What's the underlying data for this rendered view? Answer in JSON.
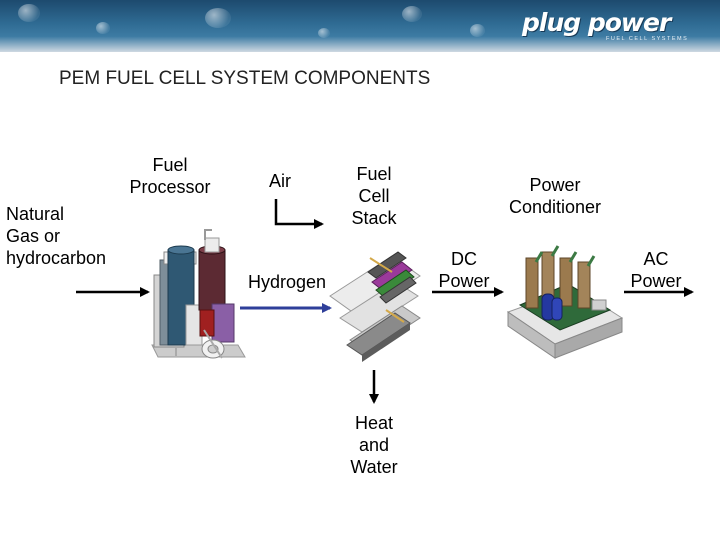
{
  "header": {
    "logo_text": "plug power",
    "logo_tagline": "FUEL CELL SYSTEMS"
  },
  "slide": {
    "title": "PEM FUEL CELL SYSTEM COMPONENTS"
  },
  "labels": {
    "fuel_processor": "Fuel\nProcessor",
    "natural_gas": "Natural\nGas or\nhydrocarbon",
    "air": "Air",
    "fuel_cell_stack": "Fuel\nCell\nStack",
    "power_conditioner": "Power\nConditioner",
    "hydrogen": "Hydrogen",
    "dc_power": "DC\nPower",
    "ac_power": "AC\nPower",
    "heat_water": "Heat\nand\nWater"
  },
  "colors": {
    "hydrogen_arrow": "#2f3f9a",
    "arrow": "#000000"
  }
}
